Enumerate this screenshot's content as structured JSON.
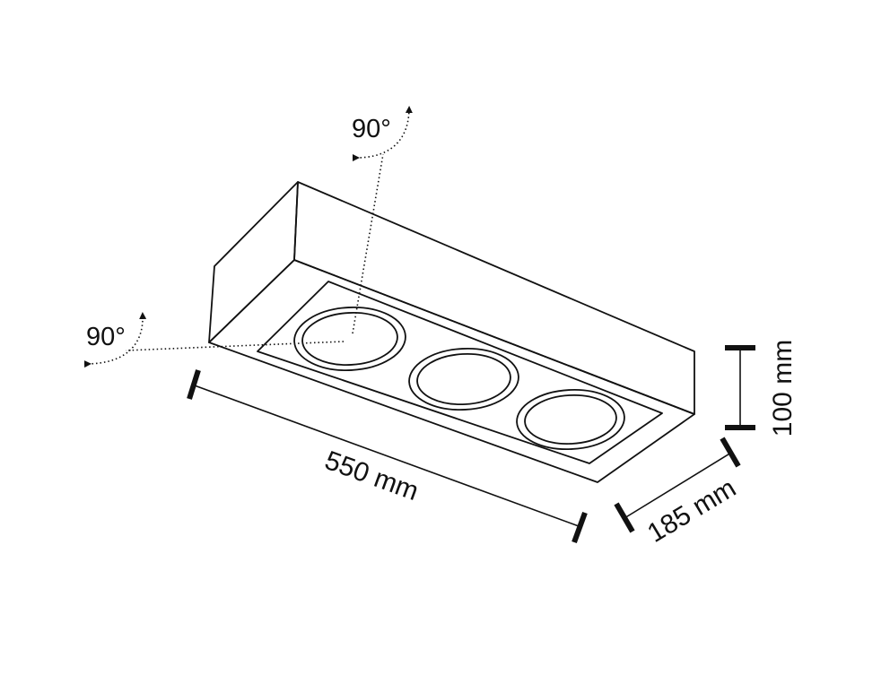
{
  "dimensions": {
    "length": "550 mm",
    "depth": "185 mm",
    "height": "100 mm"
  },
  "rotation": {
    "vertical_axis": "90°",
    "horizontal_axis": "90°"
  },
  "lamp_count": 3
}
